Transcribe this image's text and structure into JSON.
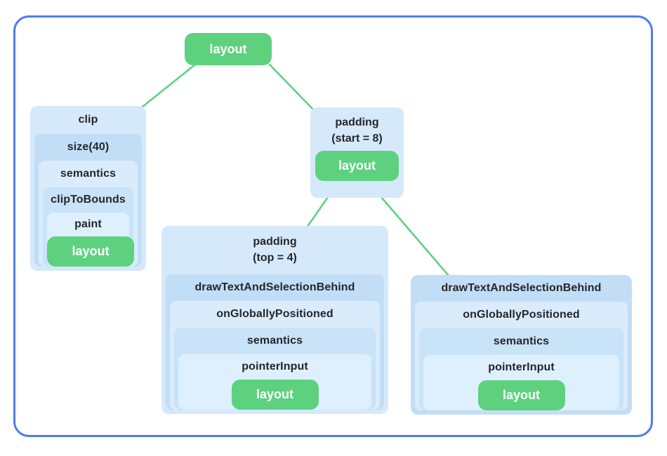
{
  "root": {
    "label": "layout"
  },
  "clip_box": {
    "levels": [
      "clip",
      "size(40)",
      "semantics",
      "clipToBounds",
      "paint"
    ],
    "leaf_label": "layout"
  },
  "padding_start_box": {
    "title_line1": "padding",
    "title_line2": "(start = 8)",
    "leaf_label": "layout"
  },
  "padding_top_box": {
    "title_line1": "padding",
    "title_line2": "(top = 4)",
    "levels": [
      "drawTextAndSelectionBehind",
      "onGloballyPositioned",
      "semantics",
      "pointerInput"
    ],
    "leaf_label": "layout"
  },
  "draw_text_box": {
    "levels": [
      "drawTextAndSelectionBehind",
      "onGloballyPositioned",
      "semantics",
      "pointerInput"
    ],
    "leaf_label": "layout"
  },
  "colors": {
    "frame_border": "#4f7ce8",
    "node_green": "#5ed17f",
    "edge_green": "#5fd183",
    "box_blue_light": "#d5e9fb",
    "box_blue_medium": "#c2def6",
    "text_dark": "#24262b"
  }
}
